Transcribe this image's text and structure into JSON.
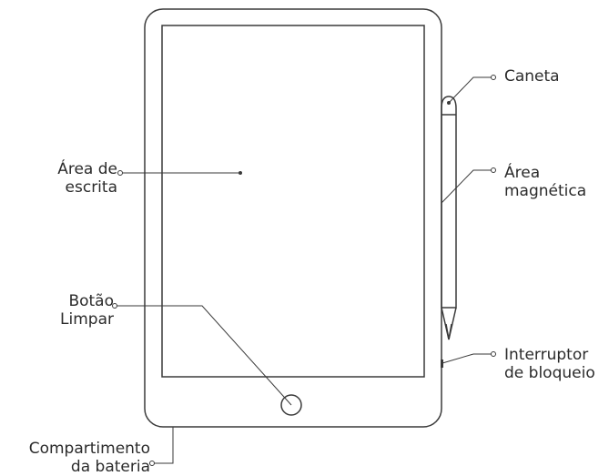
{
  "labels": {
    "writing_area": [
      "Área de",
      "escrita"
    ],
    "clear_button": [
      "Botão",
      "Limpar"
    ],
    "battery_compartment": [
      "Compartimento",
      "da bateria"
    ],
    "pen": [
      "Caneta"
    ],
    "magnetic_area": [
      "Área",
      "magnética"
    ],
    "lock_switch": [
      "Interruptor",
      "de bloqueio"
    ]
  },
  "colors": {
    "line": "#3a3a3a",
    "text": "#2b2b2b",
    "background": "#ffffff"
  }
}
